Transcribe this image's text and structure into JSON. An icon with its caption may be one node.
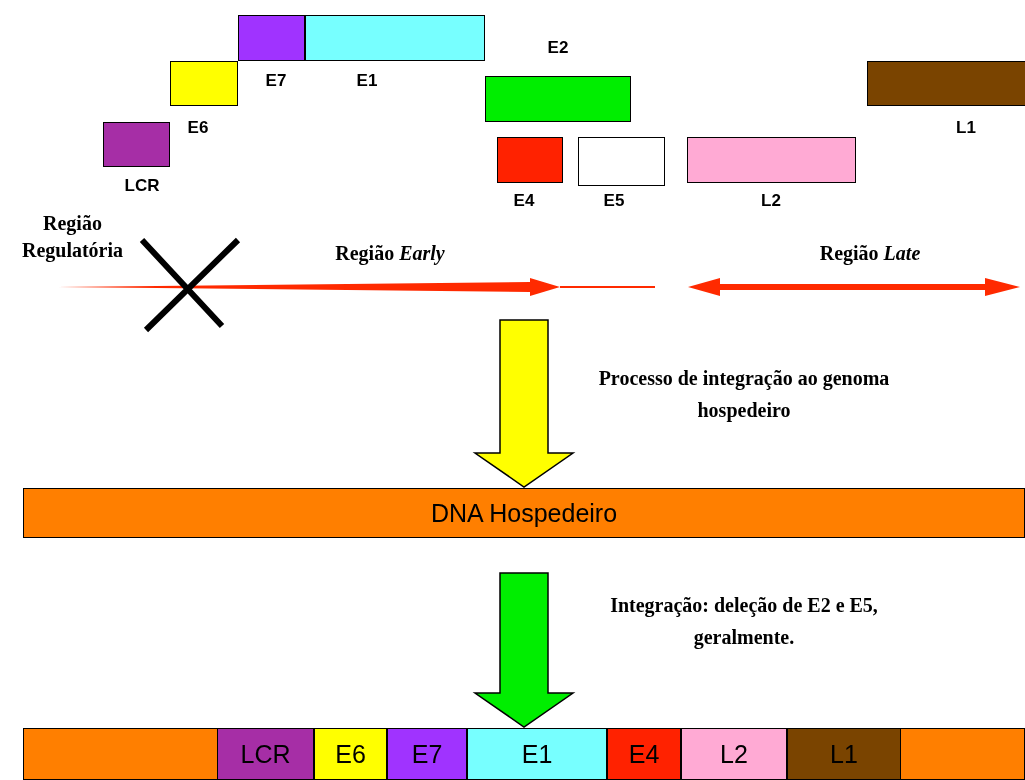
{
  "diagram": {
    "nodes": [
      {
        "text": [
          "LCR"
        ]
      },
      {
        "text": [
          "E6"
        ]
      },
      {
        "text": [
          "E7"
        ]
      },
      {
        "text": [
          "E1"
        ]
      },
      {
        "text": [
          "E2"
        ]
      },
      {
        "text": [
          "E4"
        ]
      },
      {
        "text": [
          "E5"
        ]
      },
      {
        "text": [
          "L2"
        ]
      },
      {
        "text": [
          "L1"
        ]
      },
      {
        "text": [
          "DNA Hospedeiro"
        ]
      },
      {
        "text": [],
        "shape": "bar"
      },
      {
        "text": [
          "LCR"
        ],
        "in": 10
      },
      {
        "text": [
          "E6"
        ],
        "in": 10
      },
      {
        "text": [
          "E7"
        ],
        "in": 10
      },
      {
        "text": [
          "E1"
        ],
        "in": 10
      },
      {
        "text": [
          "E4"
        ],
        "in": 10
      },
      {
        "text": [
          "L2"
        ],
        "in": 10
      },
      {
        "text": [
          "L1"
        ],
        "in": 10
      }
    ],
    "edges": [
      {
        "from": null,
        "to": 9,
        "arrow": "to",
        "label": "Processo de integração ao genoma hospedeiro"
      },
      {
        "from": 9,
        "to": 10,
        "arrow": "to",
        "label": "Integração: deleção de E2 e E5, geralmente."
      }
    ],
    "labels": [
      "Região Regulatória",
      "Região *Early*",
      "Região *Late*"
    ]
  }
}
